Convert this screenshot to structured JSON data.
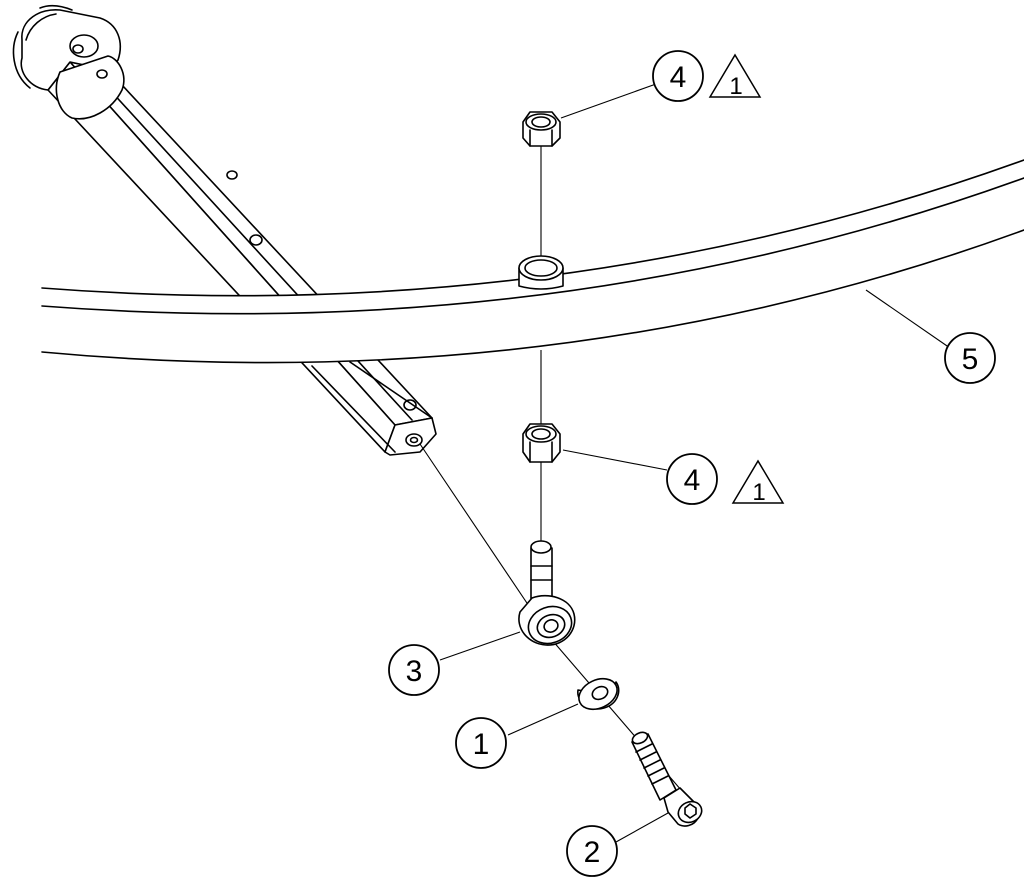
{
  "callouts": {
    "c1": "1",
    "c2": "2",
    "c3": "3",
    "c4_top": "4",
    "c4_mid": "4",
    "c5": "5"
  },
  "warnings": {
    "w_top": "1",
    "w_mid": "1"
  },
  "colors": {
    "line": "#000000",
    "background": "#ffffff"
  }
}
